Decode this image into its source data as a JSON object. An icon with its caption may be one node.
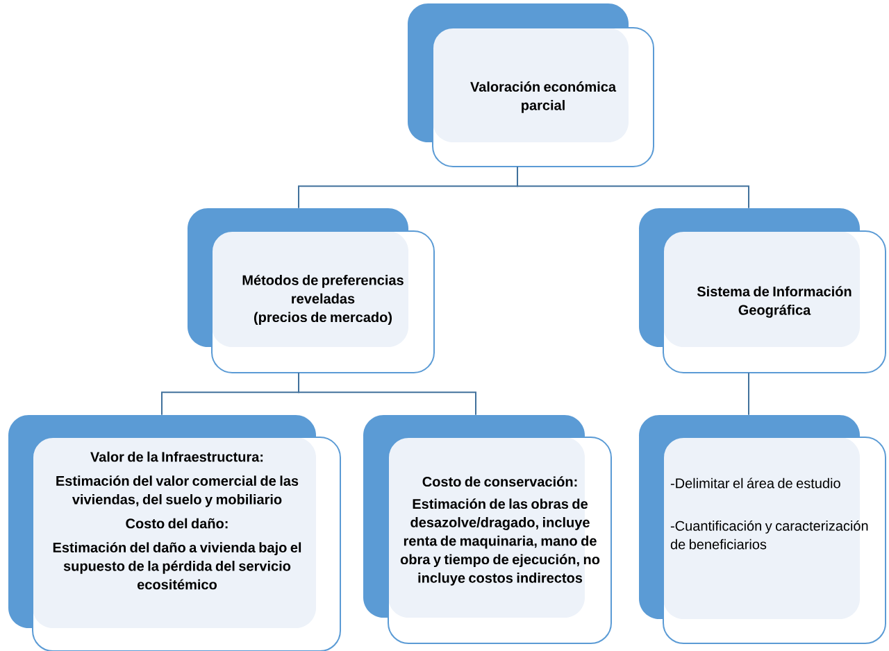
{
  "diagram": {
    "nodes": [
      {
        "text": [
          "Valoración económica parcial"
        ]
      },
      {
        "text": [
          "Métodos de preferencias reveladas",
          "(precios de mercado)"
        ]
      },
      {
        "text": [
          "Sistema de Información Geográfica"
        ]
      },
      {
        "text": [
          "Valor de la Infraestructura:",
          "Estimación del valor comercial de las viviendas, del suelo y mobiliario",
          "Costo del daño:",
          "Estimación del daño  a vivienda bajo el supuesto de la pérdida del servicio ecositémico"
        ]
      },
      {
        "text": [
          "Costo de conservación:",
          "Estimación de las obras de desazolve/dragado, incluye renta de maquinaria, mano de obra y tiempo de ejecución, no incluye costos indirectos"
        ]
      },
      {
        "text": [
          "-Delimitar el área de estudio",
          "-Cuantificación y caracterización de beneficiarios"
        ]
      }
    ],
    "edges": [
      {
        "from": 0,
        "to": 1,
        "arrow": "none"
      },
      {
        "from": 0,
        "to": 2,
        "arrow": "none"
      },
      {
        "from": 1,
        "to": 3,
        "arrow": "none"
      },
      {
        "from": 1,
        "to": 4,
        "arrow": "none"
      },
      {
        "from": 2,
        "to": 5,
        "arrow": "none"
      }
    ]
  }
}
